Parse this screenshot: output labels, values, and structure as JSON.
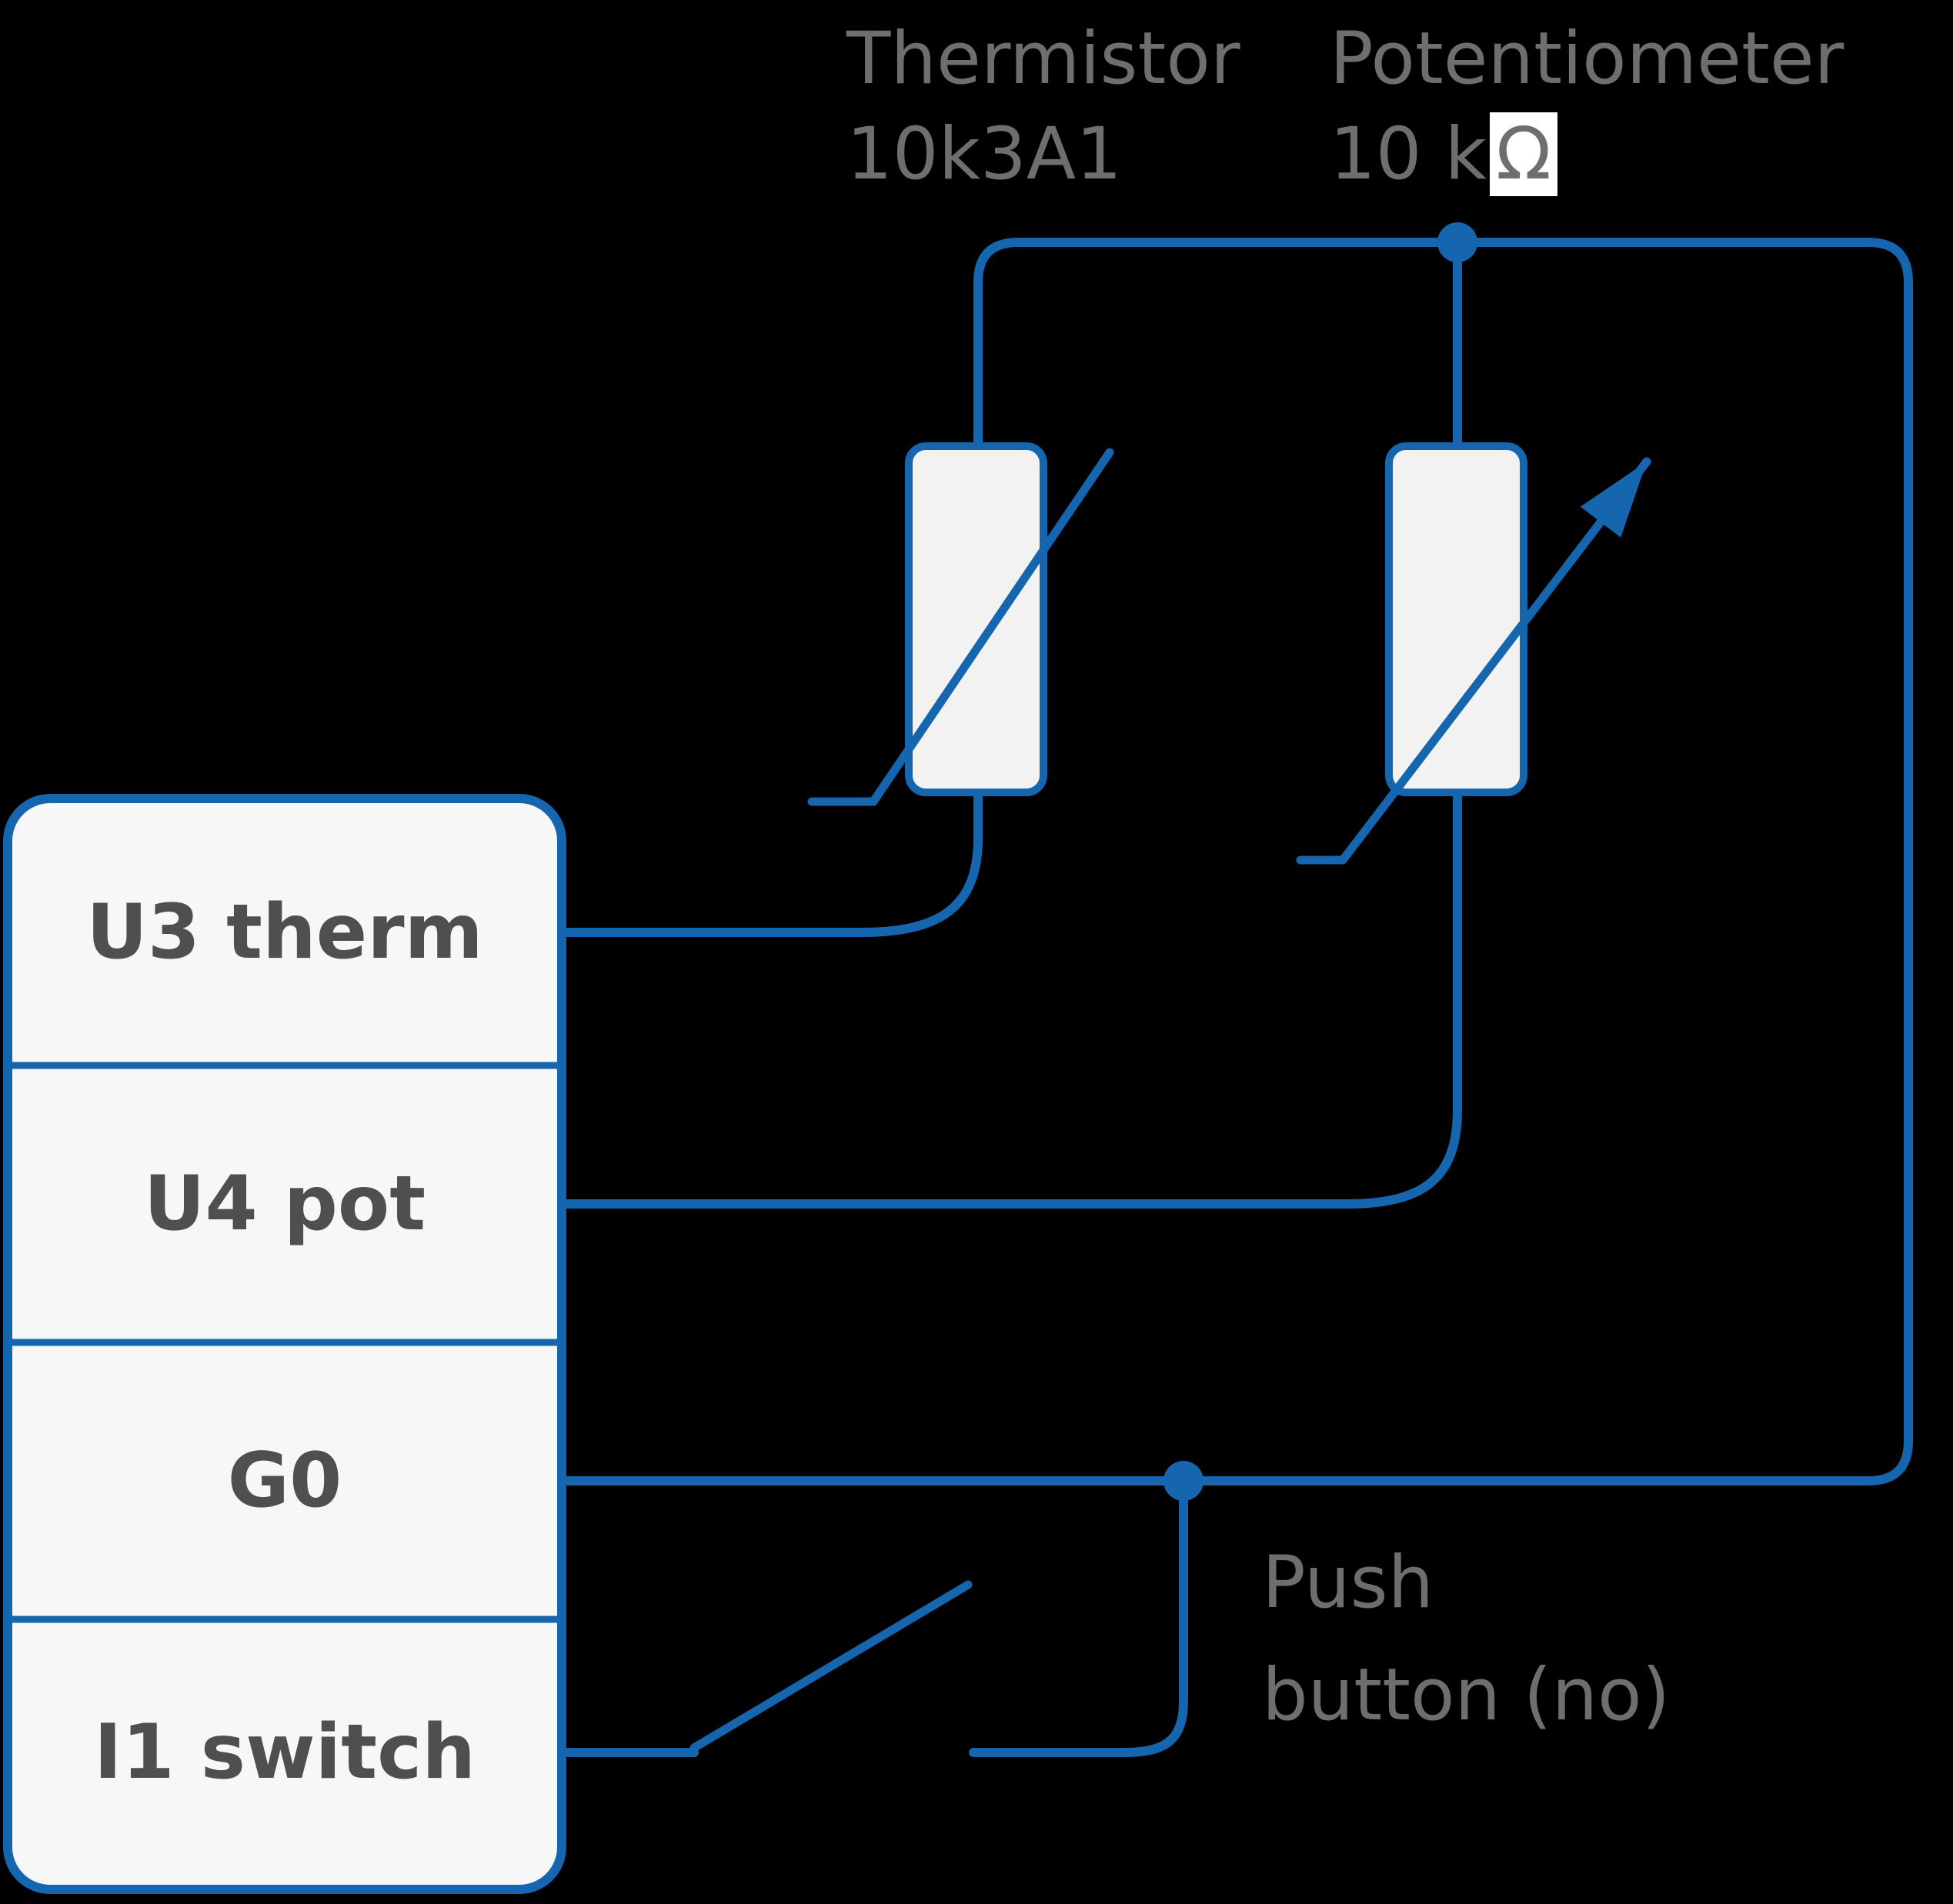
{
  "diagram": {
    "components": {
      "thermistor": {
        "name": "Thermistor",
        "value": "10k3A1"
      },
      "potentiometer": {
        "name": "Potentiometer",
        "value_prefix": "10 k",
        "value_unit": "Ω"
      },
      "push_button": {
        "name_line1": "Push",
        "name_line2": "button (no)"
      }
    },
    "controller": {
      "terminals": [
        "U3 therm",
        "U4 pot",
        "G0",
        "I1 switch"
      ]
    }
  },
  "colors": {
    "background": "#000000",
    "wire": "#1565af",
    "junction": "#1565af",
    "controller_fill": "#f7f7f7",
    "component_fill": "#f2f2f2",
    "top_label_text": "#6e6e6e",
    "terminal_text": "#4f4f4f",
    "omega_highlight": "#ffffff"
  }
}
